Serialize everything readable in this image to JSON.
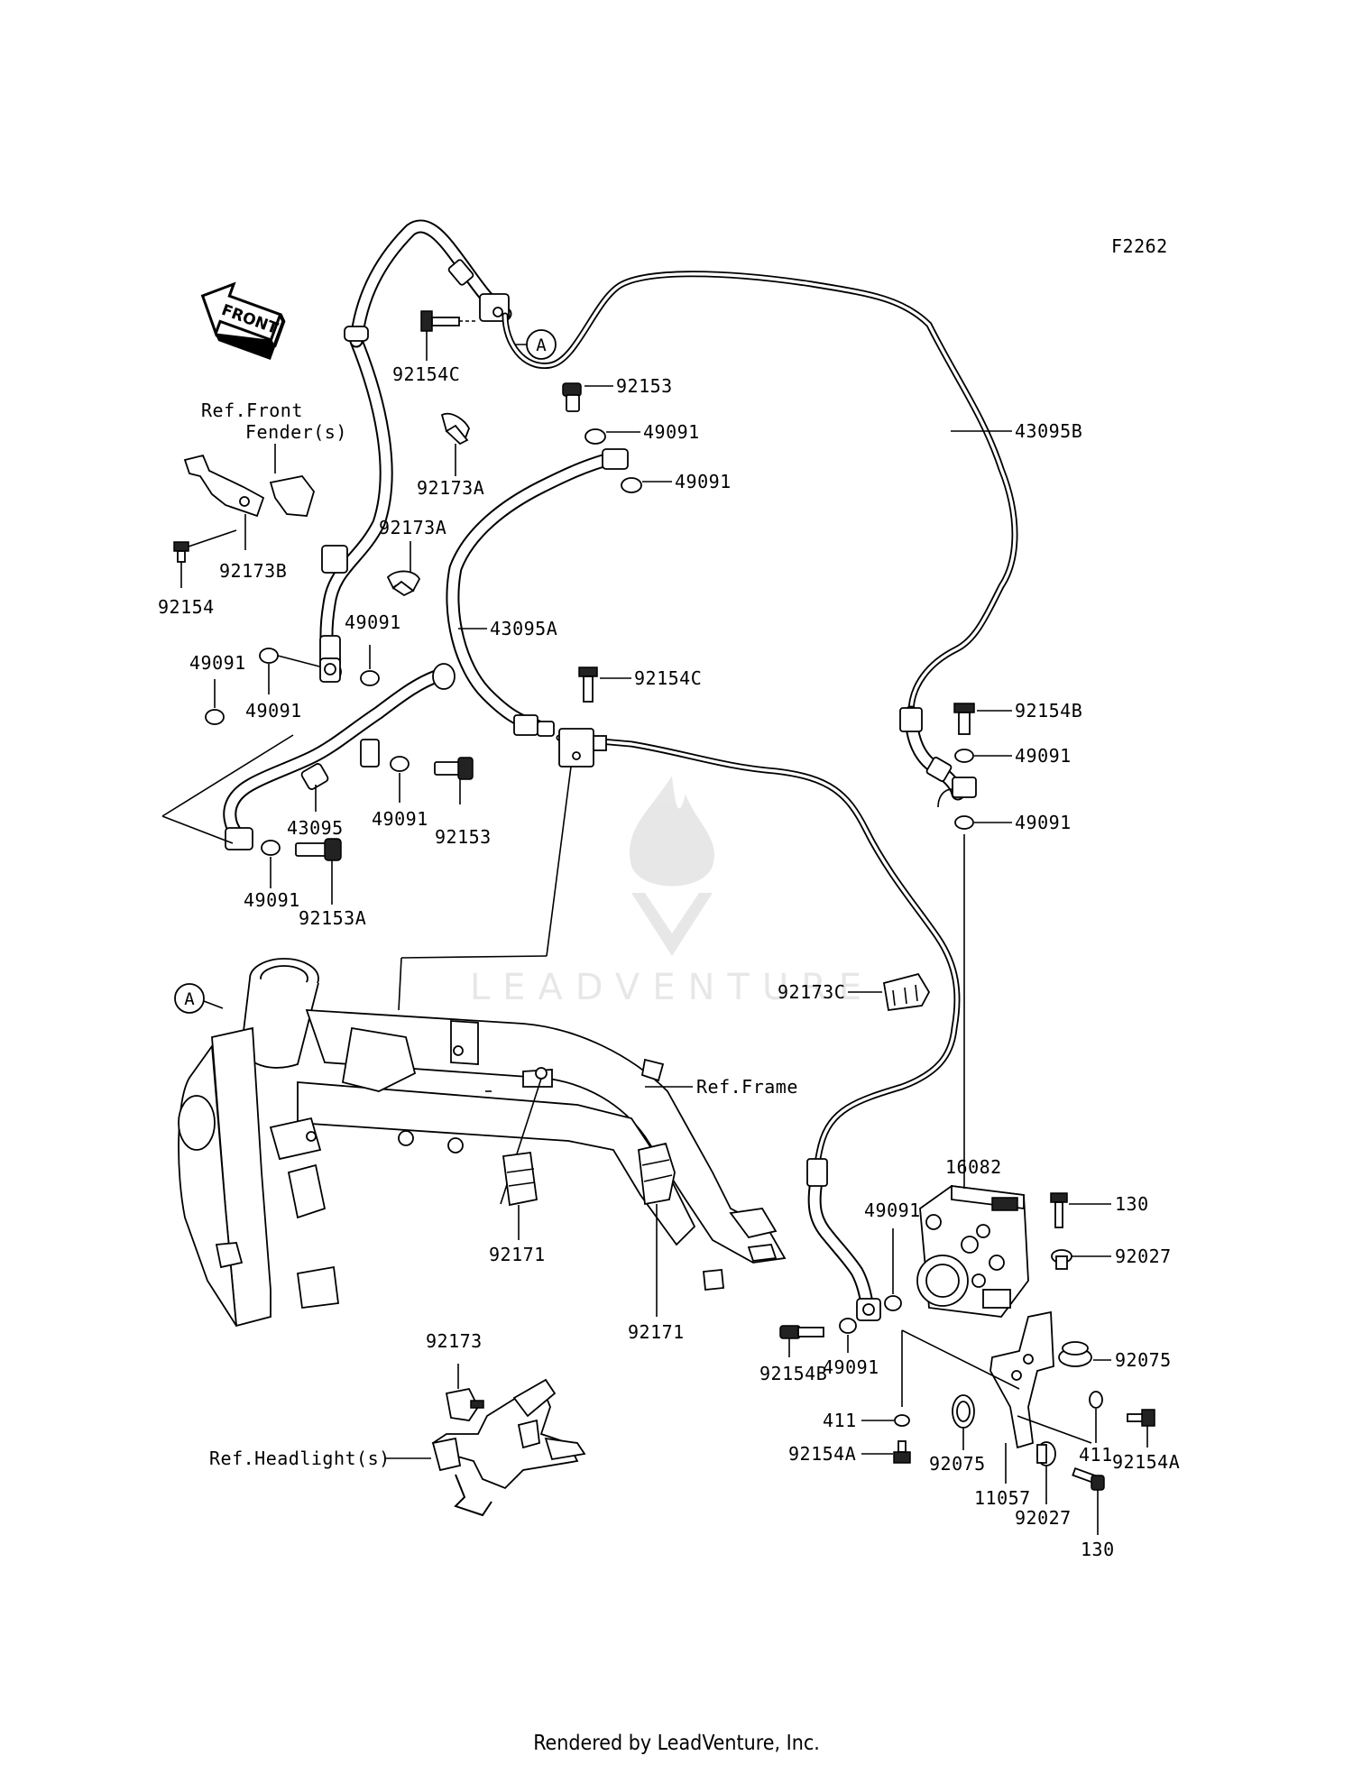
{
  "diagram_code": "F2262",
  "front_arrow_label": "FRONT",
  "reference_marker": "A",
  "labels": {
    "p92154C_top": "92154C",
    "p92153_top": "92153",
    "p49091_a": "49091",
    "p49091_b": "49091",
    "p43095B": "43095B",
    "ref_front_fender_line1": "Ref.Front",
    "ref_front_fender_line2": "Fender(s)",
    "p92173A_1": "92173A",
    "p92173A_2": "92173A",
    "p92173B": "92173B",
    "p92154": "92154",
    "p43095A": "43095A",
    "p49091_c": "49091",
    "p49091_d": "49091",
    "p49091_e": "49091",
    "p92154C_mid": "92154C",
    "p92154B_top": "92154B",
    "p49091_f": "49091",
    "p49091_g": "49091",
    "p43095": "43095",
    "p49091_h": "49091",
    "p92153_mid": "92153",
    "p49091_i": "49091",
    "p92153A": "92153A",
    "p92173C": "92173C",
    "ref_frame": "Ref.Frame",
    "p16082": "16082",
    "p130_top": "130",
    "p92027_top": "92027",
    "p49091_j": "49091",
    "p49091_k": "49091",
    "p92171_a": "92171",
    "p92171_b": "92171",
    "p92154B_bot": "92154B",
    "p92075_right": "92075",
    "p92173": "92173",
    "p411_left": "411",
    "p411_right": "411",
    "p92154A_left": "92154A",
    "p92154A_right": "92154A",
    "p92075_left": "92075",
    "p11057": "11057",
    "p92027_bot": "92027",
    "p130_bot": "130",
    "ref_headlight": "Ref.Headlight(s)"
  },
  "watermark": "LEADVENTURE",
  "footer": "Rendered by LeadVenture, Inc."
}
